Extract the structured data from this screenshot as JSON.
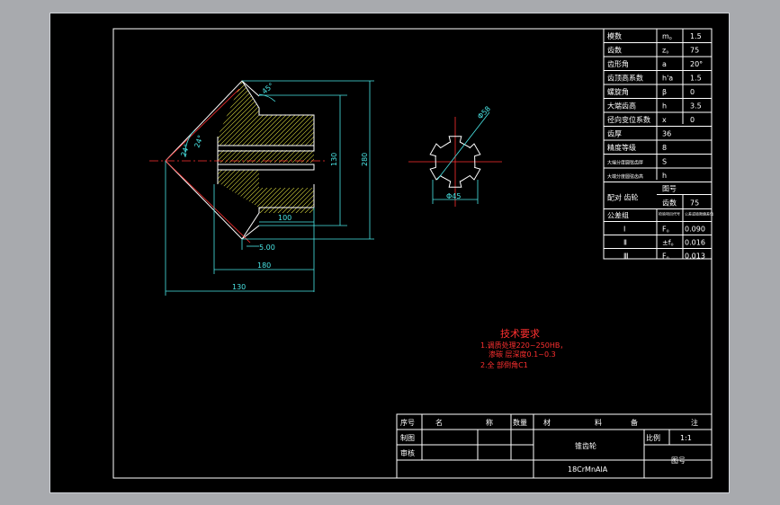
{
  "params": [
    {
      "name": "模数",
      "sym": "m。",
      "val": "1.5"
    },
    {
      "name": "齿数",
      "sym": "z。",
      "val": "75"
    },
    {
      "name": "齿形角",
      "sym": "a",
      "val": "20°"
    },
    {
      "name": "齿顶高系数",
      "sym": "h'a",
      "val": "1.5"
    },
    {
      "name": "螺旋角",
      "sym": "β",
      "val": "0"
    },
    {
      "name": "大端齿高",
      "sym": "h",
      "val": "3.5"
    },
    {
      "name": "径向变位系数",
      "sym": "x",
      "val": "0"
    },
    {
      "name": "齿厚",
      "sym": "36",
      "val": ""
    },
    {
      "name": "精度等级",
      "sym": "8",
      "val": ""
    },
    {
      "name": "大端分度圆弦齿厚",
      "sym": "S",
      "val": ""
    },
    {
      "name": "大端分度圆弦齿高",
      "sym": "h",
      "val": ""
    }
  ],
  "mating": {
    "label": "配对 齿轮",
    "drawing_no_label": "图号",
    "teeth_label": "齿数",
    "teeth_val": "75"
  },
  "tolerance": {
    "header": "公差组",
    "col2": "检验项目代号",
    "col3": "公差或极限偏差值",
    "rows": [
      {
        "grp": "Ⅰ",
        "code": "F。",
        "val": "0.090"
      },
      {
        "grp": "Ⅱ",
        "code": "±f。",
        "val": "0.016"
      },
      {
        "grp": "Ⅲ",
        "code": "F。",
        "val": "0.013"
      }
    ]
  },
  "dims": {
    "d45deg": "45°",
    "d24a": "24°",
    "d24b": "24°",
    "d130v": "130",
    "d280": "280",
    "d100": "100",
    "d5": "5.00",
    "d180": "180",
    "d130h": "130",
    "d58": "Φ58",
    "d45": "Φ45"
  },
  "tech": {
    "title": "技术要求",
    "lines": [
      "1.调质处理220~250HB，",
      "渗碳 层深度0.1~0.3",
      "2.全 部倒角C1"
    ]
  },
  "title_block": {
    "h_no": "序号",
    "h_name": "名",
    "h_name2": "称",
    "h_qty": "数量",
    "h_mat": "材",
    "h_mat2": "料",
    "h_rem": "备",
    "h_rem2": "注",
    "drawn": "制图",
    "check": "审核",
    "part_name": "锥齿轮",
    "scale_label": "比例",
    "scale_val": "1:1",
    "material": "18CrMnAlA",
    "drawing_no": "图号"
  }
}
